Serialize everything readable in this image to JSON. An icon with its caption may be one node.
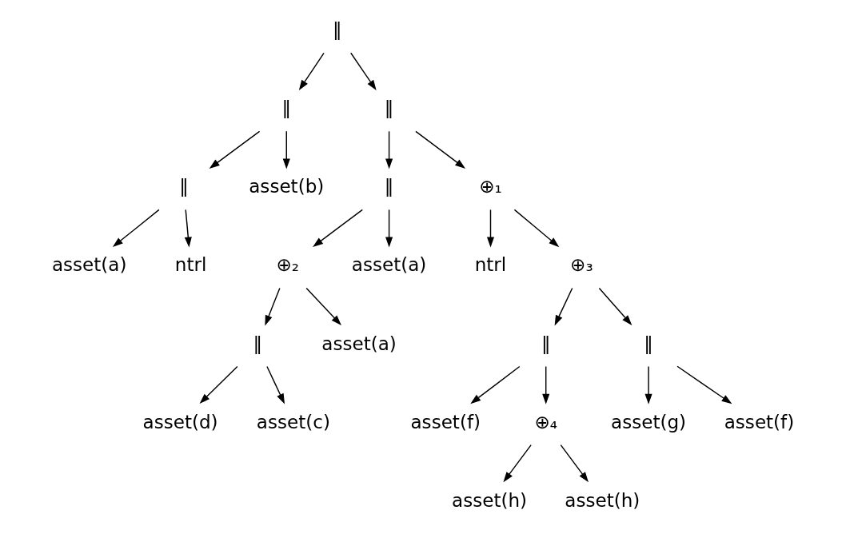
{
  "diagram": {
    "nodes": [
      {
        "text": [
          "‖"
        ]
      },
      {
        "text": [
          "‖"
        ]
      },
      {
        "text": [
          "‖"
        ]
      },
      {
        "text": [
          "‖"
        ]
      },
      {
        "text": [
          "asset(b)"
        ]
      },
      {
        "text": [
          "‖"
        ]
      },
      {
        "text": [
          "⊕₁"
        ]
      },
      {
        "text": [
          "asset(a)"
        ]
      },
      {
        "text": [
          "ntrl"
        ]
      },
      {
        "text": [
          "⊕₂"
        ]
      },
      {
        "text": [
          "asset(a)"
        ]
      },
      {
        "text": [
          "ntrl"
        ]
      },
      {
        "text": [
          "⊕₃"
        ]
      },
      {
        "text": [
          "‖"
        ]
      },
      {
        "text": [
          "asset(a)"
        ]
      },
      {
        "text": [
          "‖"
        ]
      },
      {
        "text": [
          "‖"
        ]
      },
      {
        "text": [
          "asset(d)"
        ]
      },
      {
        "text": [
          "asset(c)"
        ]
      },
      {
        "text": [
          "asset(f)"
        ]
      },
      {
        "text": [
          "⊕₄"
        ]
      },
      {
        "text": [
          "asset(g)"
        ]
      },
      {
        "text": [
          "asset(f)"
        ]
      },
      {
        "text": [
          "asset(h)"
        ]
      },
      {
        "text": [
          "asset(h)"
        ]
      }
    ],
    "edges": [
      {
        "from": 0,
        "to": 1,
        "arrow": "to"
      },
      {
        "from": 0,
        "to": 2,
        "arrow": "to"
      },
      {
        "from": 1,
        "to": 3,
        "arrow": "to"
      },
      {
        "from": 1,
        "to": 4,
        "arrow": "to"
      },
      {
        "from": 2,
        "to": 5,
        "arrow": "to"
      },
      {
        "from": 2,
        "to": 6,
        "arrow": "to"
      },
      {
        "from": 3,
        "to": 7,
        "arrow": "to"
      },
      {
        "from": 3,
        "to": 8,
        "arrow": "to"
      },
      {
        "from": 5,
        "to": 9,
        "arrow": "to"
      },
      {
        "from": 5,
        "to": 10,
        "arrow": "to"
      },
      {
        "from": 6,
        "to": 11,
        "arrow": "to"
      },
      {
        "from": 6,
        "to": 12,
        "arrow": "to"
      },
      {
        "from": 9,
        "to": 13,
        "arrow": "to"
      },
      {
        "from": 9,
        "to": 14,
        "arrow": "to"
      },
      {
        "from": 12,
        "to": 15,
        "arrow": "to"
      },
      {
        "from": 12,
        "to": 16,
        "arrow": "to"
      },
      {
        "from": 13,
        "to": 17,
        "arrow": "to"
      },
      {
        "from": 13,
        "to": 18,
        "arrow": "to"
      },
      {
        "from": 15,
        "to": 19,
        "arrow": "to"
      },
      {
        "from": 15,
        "to": 20,
        "arrow": "to"
      },
      {
        "from": 16,
        "to": 21,
        "arrow": "to"
      },
      {
        "from": 16,
        "to": 22,
        "arrow": "to"
      },
      {
        "from": 20,
        "to": 23,
        "arrow": "to"
      },
      {
        "from": 20,
        "to": 24,
        "arrow": "to"
      }
    ]
  }
}
